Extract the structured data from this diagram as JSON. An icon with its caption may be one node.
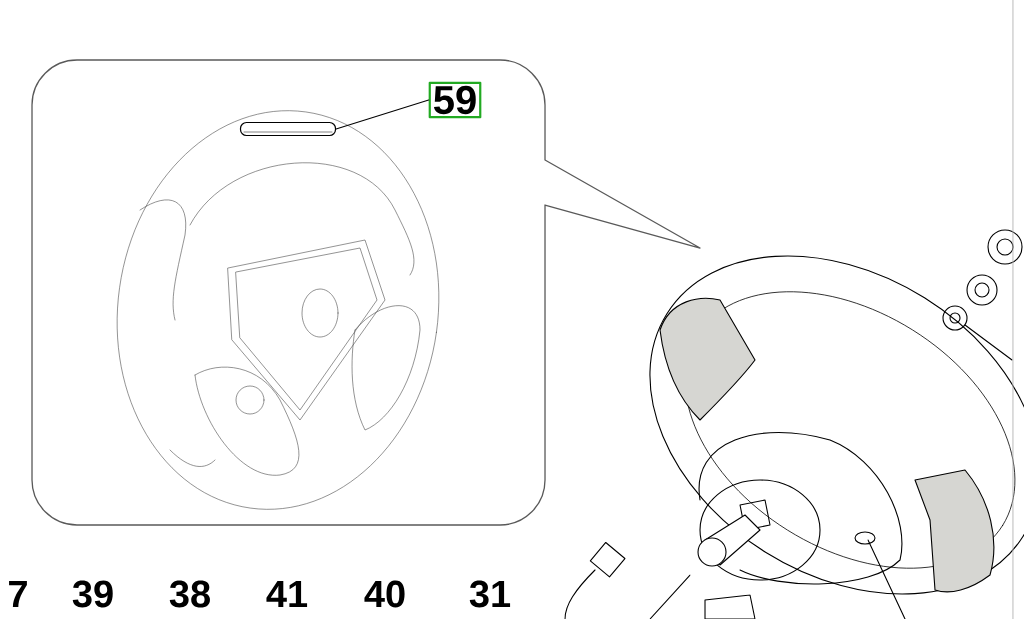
{
  "diagram": {
    "nodes": [
      {
        "text": [
          "59"
        ]
      },
      {
        "text": [],
        "shape": "picture"
      }
    ],
    "edges": [
      {
        "from": 0,
        "to": 1,
        "arrow": "none"
      }
    ],
    "labels": [
      "7",
      "39",
      "38",
      "41",
      "40",
      "31"
    ]
  }
}
